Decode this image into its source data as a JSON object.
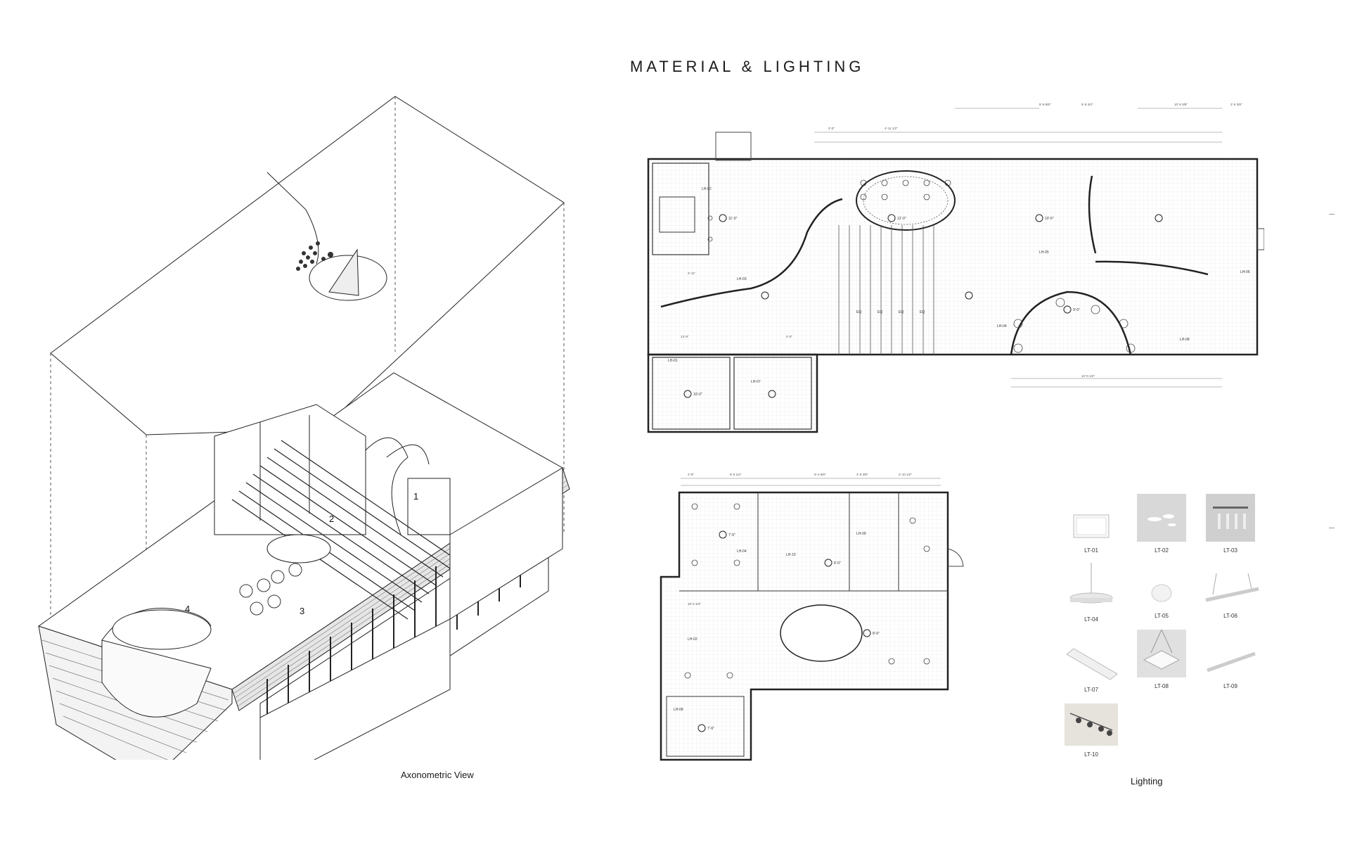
{
  "page": {
    "title": "MATERIAL & LIGHTING"
  },
  "axonometric": {
    "caption": "Axonometric View",
    "zone_labels": [
      "1",
      "2",
      "3",
      "4"
    ]
  },
  "plan_main": {
    "fixture_tags": [
      "LH-01",
      "LH-02",
      "LH-03",
      "LH-04",
      "LH-05",
      "LH-06",
      "LH-07",
      "LH-08"
    ],
    "ceiling_heights": [
      "11'-0\"",
      "12'-0\"",
      "10'-6\"",
      "10'-0\"",
      "9'-0\""
    ],
    "dimensions": [
      "3'-0\"",
      "4'-11 1/2\"",
      "5'-9 5/8\"",
      "5'-8 3/4\"",
      "10'-5 3/8\"",
      "2'-5 3/8\"",
      "12'-0 1/4\"",
      "2'-11\"",
      "4'-0\"",
      "13'-9\""
    ],
    "eq_marks": [
      "EQ",
      "EQ",
      "EQ",
      "EQ"
    ]
  },
  "plan_second": {
    "fixture_tags": [
      "LH-02",
      "LH-04",
      "LH-08",
      "LH-09",
      "LH-10"
    ],
    "ceiling_heights": [
      "7'-6\"",
      "8'-0\""
    ],
    "dimensions": [
      "2'-8\"",
      "8'-5 1/2\"",
      "5'-4 5/8\"",
      "4'-9 3/8\"",
      "2'-10 1/2\"",
      "10'-2 1/2\""
    ]
  },
  "lighting": {
    "caption": "Lighting",
    "fixtures": [
      {
        "id": "LT-01",
        "kind": "square-panel"
      },
      {
        "id": "LT-02",
        "kind": "ceiling-discs"
      },
      {
        "id": "LT-03",
        "kind": "linear-pendant-tubes"
      },
      {
        "id": "LT-04",
        "kind": "round-pendant"
      },
      {
        "id": "LT-05",
        "kind": "dome-flush"
      },
      {
        "id": "LT-06",
        "kind": "linear-suspended"
      },
      {
        "id": "LT-07",
        "kind": "strip-light"
      },
      {
        "id": "LT-08",
        "kind": "square-pendant"
      },
      {
        "id": "LT-09",
        "kind": "linear-bar"
      },
      {
        "id": "LT-10",
        "kind": "track-spots"
      }
    ]
  }
}
